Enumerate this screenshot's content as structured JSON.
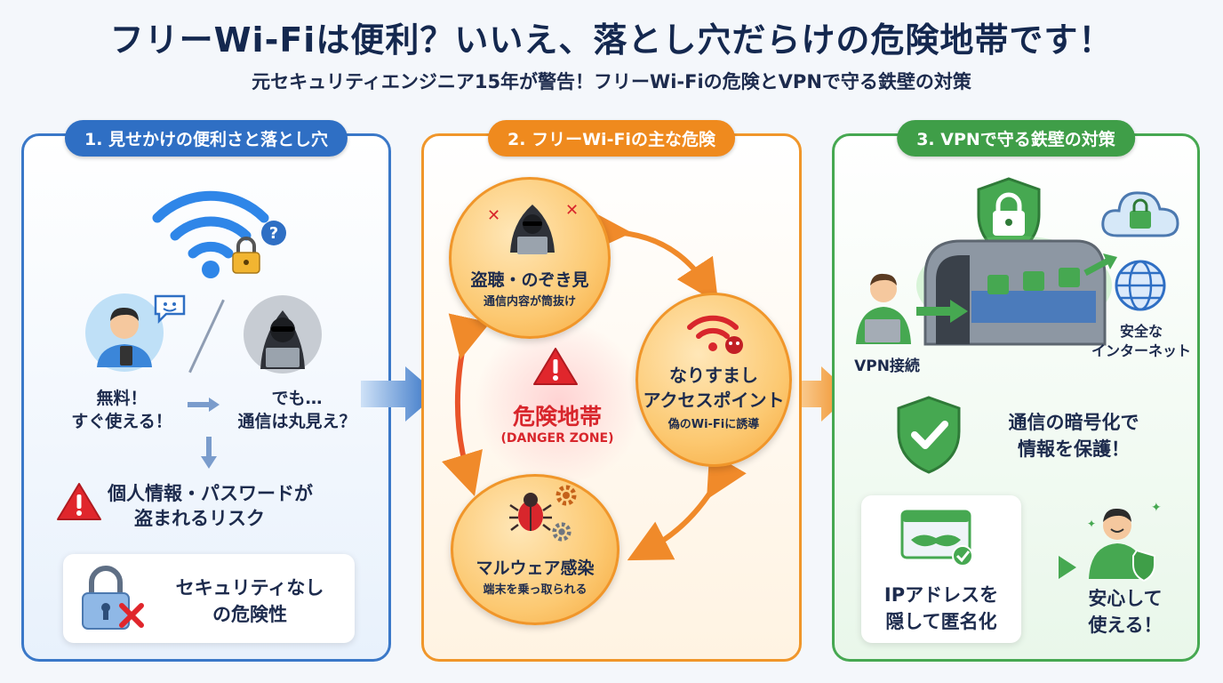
{
  "header": {
    "title": "フリーWi-Fiは便利？いいえ、落とし穴だらけの危険地帯です！",
    "subtitle": "元セキュリティエンジニア15年が警告！フリーWi-Fiの危険とVPNで守る鉄壁の対策"
  },
  "panel1": {
    "heading": "1. 見せかけの便利さと落とし穴",
    "free_line1": "無料！",
    "free_line2": "すぐ使える！",
    "but_line1": "でも…",
    "but_line2": "通信は丸見え？",
    "risk_line1": "個人情報・パスワードが",
    "risk_line2": "盗まれるリスク",
    "card_line1": "セキュリティなし",
    "card_line2": "の危険性"
  },
  "panel2": {
    "heading": "2. フリーWi-Fiの主な危険",
    "danger_title": "危険地帯",
    "danger_sub": "(DANGER ZONE)",
    "sniff_title": "盗聴・のぞき見",
    "sniff_desc": "通信内容が筒抜け",
    "ap_title_1": "なりすまし",
    "ap_title_2": "アクセスポイント",
    "ap_desc": "偽のWi-Fiに誘導",
    "mal_title": "マルウェア感染",
    "mal_desc": "端末を乗っ取られる"
  },
  "panel3": {
    "heading": "3. VPNで守る鉄壁の対策",
    "vpn_label": "VPN接続",
    "safe_line1": "安全な",
    "safe_line2": "インターネット",
    "enc_line1": "通信の暗号化で",
    "enc_line2": "情報を保護！",
    "ip_line1": "IPアドレスを",
    "ip_line2": "隠して匿名化",
    "relief_line1": "安心して",
    "relief_line2": "使える！"
  },
  "colors": {
    "blue": "#2f6fc4",
    "orange": "#ef8a1e",
    "green": "#3f9e48",
    "danger": "#d8262c"
  },
  "icons": [
    "wifi-icon",
    "padlock-icon",
    "question-icon",
    "user-icon",
    "hacker-icon",
    "warning-icon",
    "bug-icon",
    "gear-icon",
    "shield-icon",
    "cloud-icon",
    "globe-icon",
    "tunnel-icon",
    "mask-icon",
    "check-icon"
  ]
}
